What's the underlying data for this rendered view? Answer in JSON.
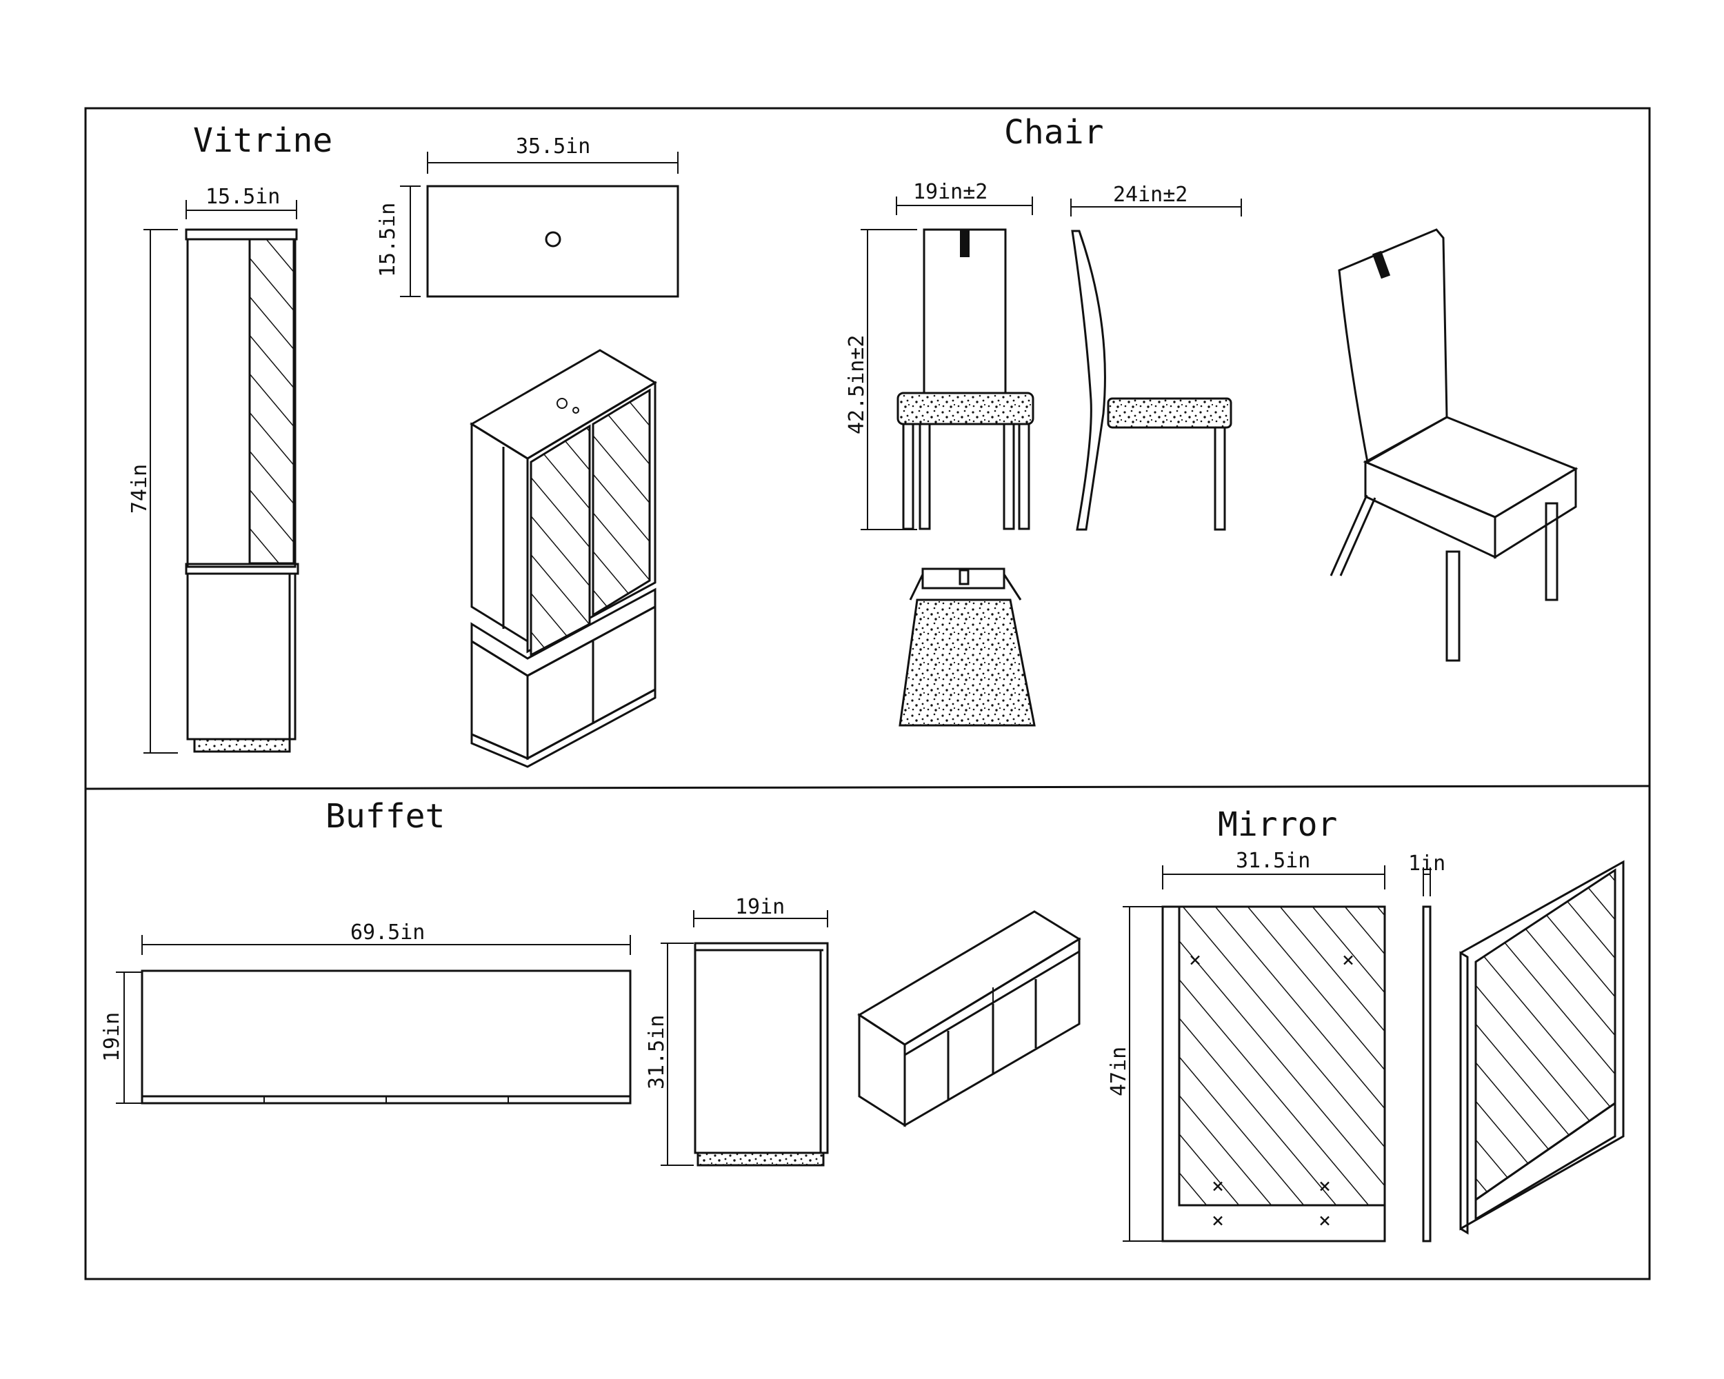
{
  "sections": {
    "vitrine": {
      "title": "Vitrine",
      "width_label": "15.5in",
      "top_width_label": "35.5in",
      "top_depth_label": "15.5in",
      "height_label": "74in"
    },
    "chair": {
      "title": "Chair",
      "width_label": "19in±2",
      "depth_label": "24in±2",
      "height_label": "42.5in±2"
    },
    "buffet": {
      "title": "Buffet",
      "length_label": "69.5in",
      "depth_label": "19in",
      "side_depth_label": "19in",
      "height_label": "31.5in"
    },
    "mirror": {
      "title": "Mirror",
      "width_label": "31.5in",
      "thickness_label": "1in",
      "height_label": "47in"
    }
  }
}
